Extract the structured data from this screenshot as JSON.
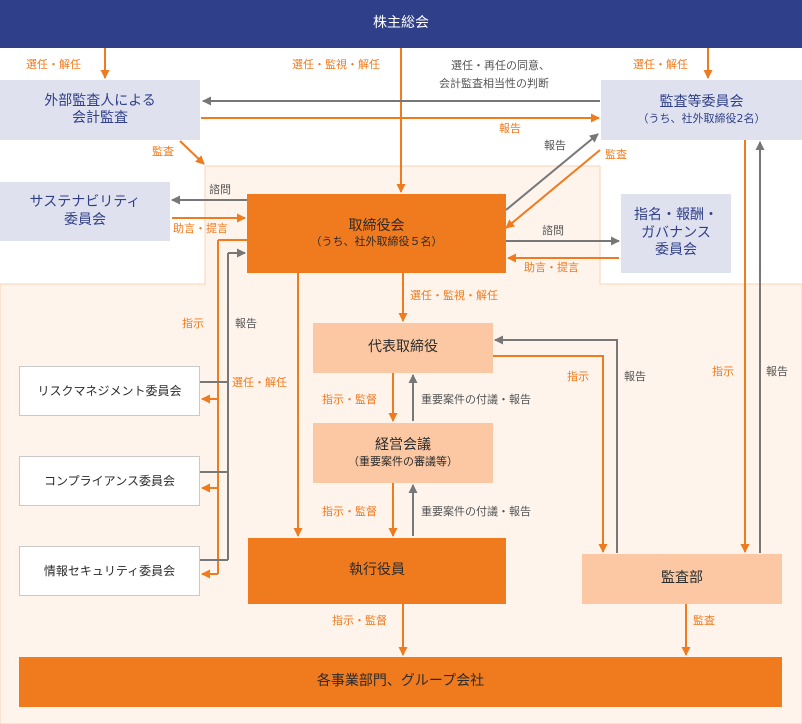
{
  "nodes": {
    "shareholders": "株主総会",
    "external_auditor_line1": "外部監査人による",
    "external_auditor_line2": "会計監査",
    "audit_committee_line1": "監査等委員会",
    "audit_committee_line2": "（うち、社外取締役2名）",
    "sustainability_line1": "サステナビリティ",
    "sustainability_line2": "委員会",
    "board_line1": "取締役会",
    "board_line2": "（うち、社外取締役５名）",
    "nomination_line1": "指名・報酬・",
    "nomination_line2": "ガバナンス",
    "nomination_line3": "委員会",
    "ceo": "代表取締役",
    "mgmt_meeting_line1": "経営会議",
    "mgmt_meeting_line2": "（重要案件の審議等）",
    "risk_committee": "リスクマネジメント委員会",
    "compliance_committee": "コンプライアンス委員会",
    "infosec_committee": "情報セキュリティ委員会",
    "executive_officers": "執行役員",
    "audit_department": "監査部",
    "business_units": "各事業部門、グループ会社"
  },
  "labels": {
    "elect_dismiss_left": "選任・解任",
    "elect_supervise_dismiss_center": "選任・監視・解任",
    "consent_line1": "選任・再任の同意、",
    "consent_line2": "会計監査相当性の判断",
    "elect_dismiss_right": "選任・解任",
    "report_to_audit_committee": "報告",
    "audit_external": "監査",
    "report_board_to_ac": "報告",
    "audit_ac_to_board": "監査",
    "consult_sustainability": "諮問",
    "advise_sustainability": "助言・提言",
    "consult_nomination": "諮問",
    "advise_nomination": "助言・提言",
    "elect_supervise_dismiss_ceo": "選任・監視・解任",
    "instruct_committees": "指示",
    "report_committees": "報告",
    "elect_dismiss_committees": "選任・解任",
    "instruct_supervise_1": "指示・監督",
    "agenda_report_1": "重要案件の付議・報告",
    "instruct_supervise_2": "指示・監督",
    "agenda_report_2": "重要案件の付議・報告",
    "instruct_audit_dept": "指示",
    "report_audit_dept": "報告",
    "instruct_ac": "指示",
    "report_ac": "報告",
    "instruct_supervise_units": "指示・監督",
    "audit_units": "監査"
  },
  "colors": {
    "navy": "#2f3f8a",
    "orange": "#f07a1e",
    "peach": "#fbc8a3",
    "light_peach_bg": "#fef4ec",
    "grey_box": "#dfe2ee",
    "arrow_grey": "#777777"
  }
}
